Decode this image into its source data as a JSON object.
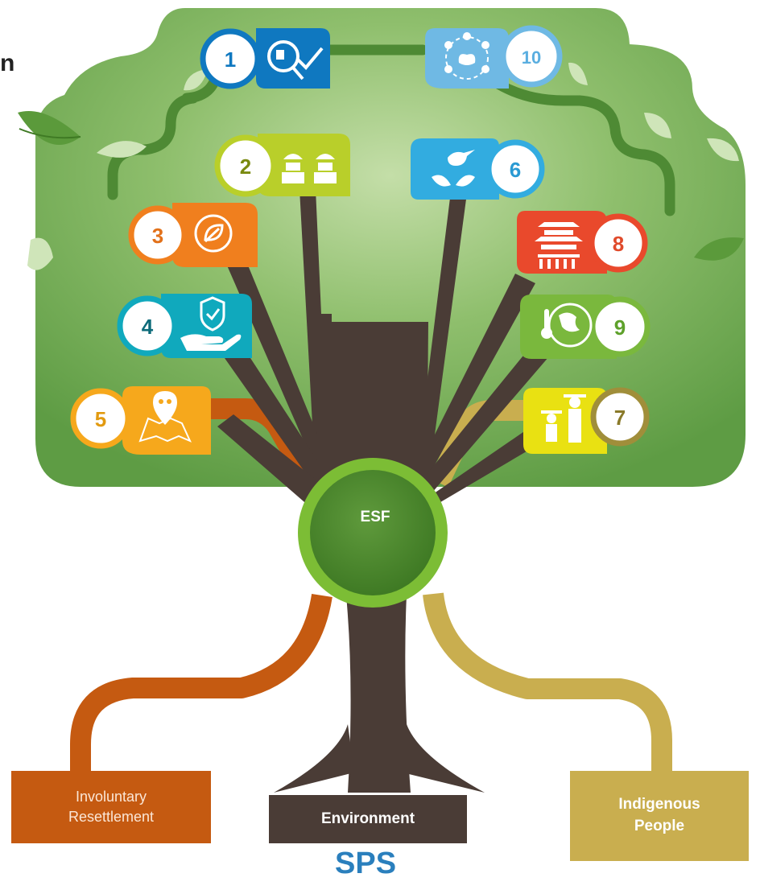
{
  "header": {
    "clipped_letter": "n"
  },
  "center": {
    "label": "ESF"
  },
  "standards": [
    {
      "number": "1",
      "icon": "magnifier-checklist-icon",
      "color": "#0f78c0",
      "badge_text": "#0f78c0"
    },
    {
      "number": "2",
      "icon": "workers-hardhat-icon",
      "color": "#b9cf2a",
      "badge_text": "#7a8a10"
    },
    {
      "number": "3",
      "icon": "leaf-cycle-icon",
      "color": "#f07f1e",
      "badge_text": "#e2711a"
    },
    {
      "number": "4",
      "icon": "hand-shield-icon",
      "color": "#10a9bd",
      "badge_text": "#0d6b7a"
    },
    {
      "number": "5",
      "icon": "map-pin-people-icon",
      "color": "#f6a81c",
      "badge_text": "#e29a10"
    },
    {
      "number": "6",
      "icon": "bird-plant-icon",
      "color": "#32ace0",
      "badge_text": "#2a9ad3"
    },
    {
      "number": "7",
      "icon": "indigenous-people-icon",
      "color": "#e9e112",
      "badge_text": "#8a7a2a"
    },
    {
      "number": "8",
      "icon": "pagoda-heritage-icon",
      "color": "#e9492c",
      "badge_text": "#e04a2b"
    },
    {
      "number": "9",
      "icon": "globe-thermometer-icon",
      "color": "#7ab83d",
      "badge_text": "#5ea12b"
    },
    {
      "number": "10",
      "icon": "stakeholders-circle-icon",
      "color": "#6fb9e4",
      "badge_text": "#5aaee0"
    }
  ],
  "roots": {
    "involuntary_resettlement": {
      "label": "Involuntary\nResettlement",
      "color": "#c55a11"
    },
    "environment": {
      "label": "Environment",
      "color": "#4a3c36"
    },
    "indigenous_people": {
      "label": "Indigenous\nPeople",
      "color": "#c9ae4f"
    }
  },
  "footer": {
    "label": "SPS"
  },
  "colors": {
    "canopy": "#6aa84f",
    "canopy_light": "#b5d598",
    "trunk": "#4a3c36",
    "vine": "#4e8a34"
  }
}
